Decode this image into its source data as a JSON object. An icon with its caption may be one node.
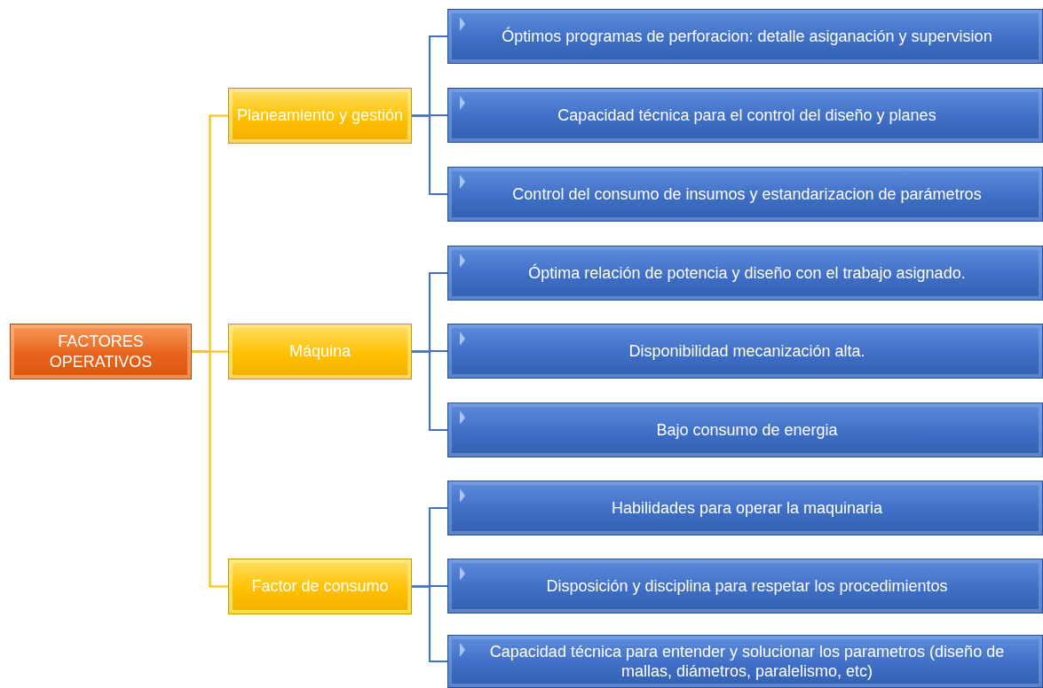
{
  "diagram": {
    "nodes": [
      {
        "text": [
          "FACTORES OPERATIVOS"
        ]
      },
      {
        "text": [
          "Planeamiento y gestión"
        ]
      },
      {
        "text": [
          "Máquina"
        ]
      },
      {
        "text": [
          "Factor de consumo"
        ]
      },
      {
        "text": [
          "Óptimos programas de perforacion: detalle asiganación y supervision"
        ]
      },
      {
        "text": [
          "Capacidad técnica para el control del diseño y planes"
        ]
      },
      {
        "text": [
          "Control del consumo de insumos y estandarizacion de parámetros"
        ]
      },
      {
        "text": [
          "Óptima relación de potencia y diseño con el trabajo asignado."
        ]
      },
      {
        "text": [
          "Disponibilidad mecanización alta."
        ]
      },
      {
        "text": [
          "Bajo consumo de energia"
        ]
      },
      {
        "text": [
          "Habilidades para operar la maquinaria"
        ]
      },
      {
        "text": [
          "Disposición y disciplina para respetar los procedimientos"
        ]
      },
      {
        "text": [
          "Capacidad técnica para entender y solucionar los parametros (diseño de mallas, diámetros, paralelismo, etc)"
        ]
      }
    ],
    "edges": [
      {
        "from": 0,
        "to": 1,
        "arrow": "none",
        "color": "#ffc000"
      },
      {
        "from": 0,
        "to": 2,
        "arrow": "none",
        "color": "#ffc000"
      },
      {
        "from": 0,
        "to": 3,
        "arrow": "none",
        "color": "#ffc000"
      },
      {
        "from": 1,
        "to": 4,
        "arrow": "none"
      },
      {
        "from": 1,
        "to": 5,
        "arrow": "none"
      },
      {
        "from": 1,
        "to": 6,
        "arrow": "none"
      },
      {
        "from": 2,
        "to": 7,
        "arrow": "none"
      },
      {
        "from": 2,
        "to": 8,
        "arrow": "none"
      },
      {
        "from": 2,
        "to": 9,
        "arrow": "none"
      },
      {
        "from": 3,
        "to": 10,
        "arrow": "none"
      },
      {
        "from": 3,
        "to": 11,
        "arrow": "none"
      },
      {
        "from": 3,
        "to": 12,
        "arrow": "none"
      }
    ]
  }
}
